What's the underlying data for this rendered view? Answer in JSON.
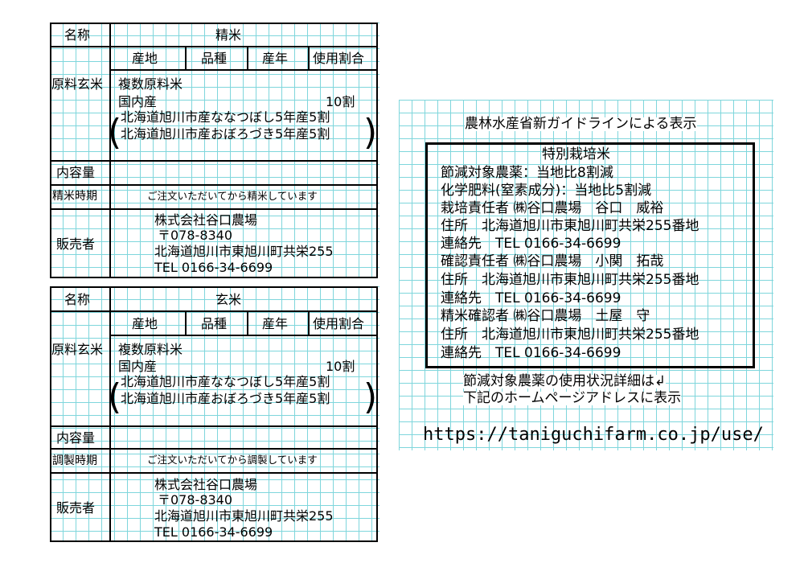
{
  "labels": [
    {
      "name_label": "名称",
      "name_value": "精米",
      "raw_label": "原料玄米",
      "columns": [
        "産地",
        "品種",
        "産年",
        "使用割合"
      ],
      "raw_type": "複数原料米",
      "origin": "国内産",
      "ratio": "10割",
      "varieties": [
        "北海道旭川市産ななつぼし5年産5割",
        "北海道旭川市産おぼろづき5年産5割"
      ],
      "content_label": "内容量",
      "date_label": "精米時期",
      "date_value": "ご注文いただいてから精米しています",
      "seller_label": "販売者",
      "seller_lines": [
        "株式会社谷口農場",
        "〒078-8340",
        "北海道旭川市東旭川町共栄255",
        "TEL 0166-34-6699"
      ]
    },
    {
      "name_label": "名称",
      "name_value": "玄米",
      "raw_label": "原料玄米",
      "columns": [
        "産地",
        "品種",
        "産年",
        "使用割合"
      ],
      "raw_type": "複数原料米",
      "origin": "国内産",
      "ratio": "10割",
      "varieties": [
        "北海道旭川市産ななつぼし5年産5割",
        "北海道旭川市産おぼろづき5年産5割"
      ],
      "content_label": "内容量",
      "date_label": "調製時期",
      "date_value": "ご注文いただいてから調製しています",
      "seller_label": "販売者",
      "seller_lines": [
        "株式会社谷口農場",
        "〒078-8340",
        "北海道旭川市東旭川町共栄255",
        "TEL 0166-34-6699"
      ]
    }
  ],
  "guideline": {
    "heading": "農林水産省新ガイドラインによる表示",
    "lines": [
      "特別栽培米",
      "節減対象農薬：当地比8割減",
      "化学肥料(窒素成分)：当地比5割減",
      "栽培責任者 ㈱谷口農場　谷口　威裕",
      "住所　北海道旭川市東旭川町共栄255番地",
      "連絡先　TEL 0166-34-6699",
      "確認責任者 ㈱谷口農場　小関　拓哉",
      "住所　北海道旭川市東旭川町共栄255番地",
      "連絡先　TEL 0166-34-6699",
      "精米確認者 ㈱谷口農場　土屋　守",
      "住所　北海道旭川市東旭川町共栄255番地",
      "連絡先　TEL 0166-34-6699"
    ],
    "note_lines": [
      "節減対象農薬の使用状況詳細は↲",
      "下記のホームページアドレスに表示"
    ],
    "url": "https://taniguchifarm.co.jp/use/"
  }
}
